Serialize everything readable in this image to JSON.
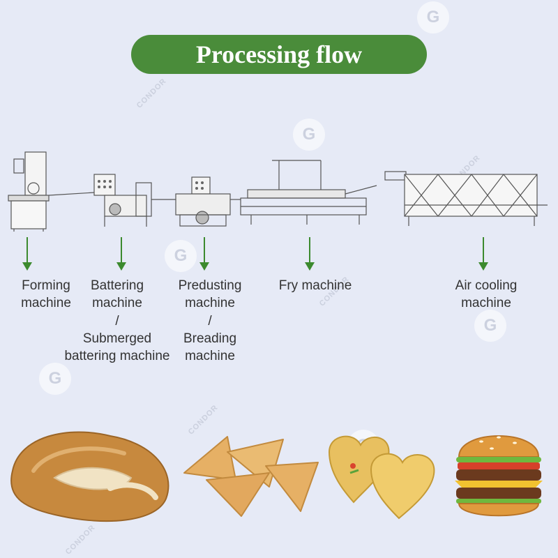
{
  "title": "Processing flow",
  "watermark": {
    "icon": "condor-logo-icon",
    "brand": "CONDOR"
  },
  "colors": {
    "accent": "#4a8c3a",
    "background": "#e6eaf6",
    "text": "#333333"
  },
  "steps": [
    {
      "line1": "Forming",
      "line2": "machine"
    },
    {
      "line1": "Battering",
      "line2": "machine",
      "sep": "/",
      "alt1": "Submerged",
      "alt2": "battering machine"
    },
    {
      "line1": "Predusting",
      "line2": "machine",
      "sep": "/",
      "alt1": "Breading",
      "alt2": "machine"
    },
    {
      "line1": "Fry machine"
    },
    {
      "line1": "Air cooling",
      "line2": "machine"
    }
  ],
  "products": [
    {
      "icon": "breaded-chicken-cutlet-icon"
    },
    {
      "icon": "triangle-nugget-icon"
    },
    {
      "icon": "heart-shaped-snack-icon"
    },
    {
      "icon": "burger-icon"
    }
  ]
}
